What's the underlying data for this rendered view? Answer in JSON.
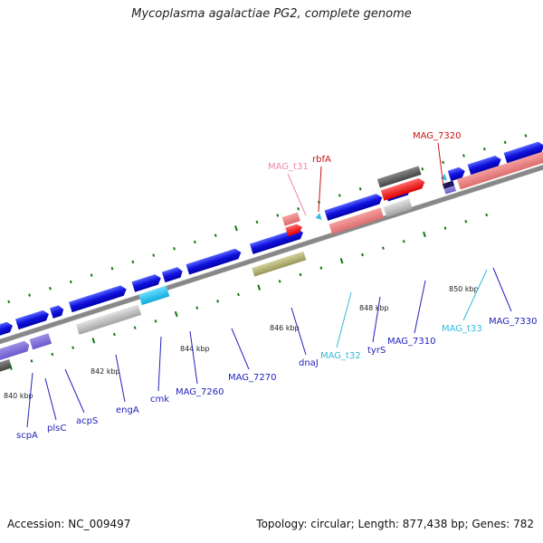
{
  "title": "Mycoplasma agalactiae PG2, complete genome",
  "footer": {
    "accession": "Accession: NC_009497",
    "stats": "Topology: circular; Length: 877,438 bp; Genes: 782"
  },
  "colors": {
    "forward_gene": "#1111dd",
    "reverse_gene": "#1111dd",
    "rrna": "#ee1111",
    "trna": "#22ccee",
    "trna_label": "#33bbdd",
    "misc_pink": "#ee8888",
    "gray": "#bbbbbb",
    "olive": "#bbb877",
    "label_blue": "#2222bb",
    "label_red": "#cc1111",
    "label_pink": "#ee88aa",
    "tick_green": "#117711",
    "backbone": "#888888"
  },
  "scale_labels": [
    "840 kbp",
    "842 kbp",
    "844 kbp",
    "846 kbp",
    "848 kbp",
    "850 kbp"
  ],
  "gene_labels": [
    "scpA",
    "plsC",
    "acpS",
    "engA",
    "cmk",
    "MAG_7260",
    "MAG_7270",
    "dnaJ",
    "MAG_t32",
    "tyrS",
    "MAG_7310",
    "MAG_t33",
    "MAG_7330",
    "MAG_t31",
    "rbfA",
    "MAG_7320"
  ]
}
